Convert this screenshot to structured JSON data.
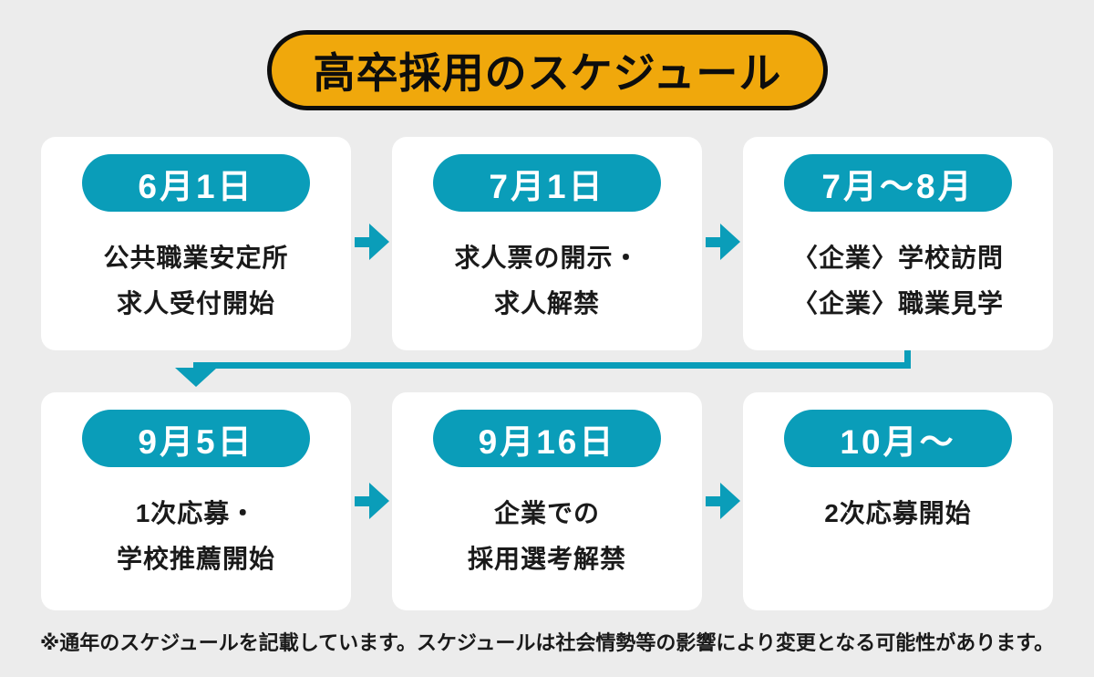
{
  "title": "高卒採用のスケジュール",
  "colors": {
    "background": "#ECECEC",
    "card": "#FFFFFF",
    "accent_teal": "#0A9DB9",
    "accent_orange": "#F0A80C",
    "text": "#1A1A1A"
  },
  "steps": [
    {
      "date": "6月1日",
      "lines": [
        "公共職業安定所",
        "求人受付開始"
      ]
    },
    {
      "date": "7月1日",
      "lines": [
        "求人票の開示・",
        "求人解禁"
      ]
    },
    {
      "date": "7月〜8月",
      "lines": [
        "〈企業〉学校訪問",
        "〈企業〉職業見学"
      ]
    },
    {
      "date": "9月5日",
      "lines": [
        "1次応募・",
        "学校推薦開始"
      ]
    },
    {
      "date": "9月16日",
      "lines": [
        "企業での",
        "採用選考解禁"
      ]
    },
    {
      "date": "10月〜",
      "lines": [
        "2次応募開始"
      ]
    }
  ],
  "footnote": "※通年のスケジュールを記載しています。スケジュールは社会情勢等の影響により変更となる可能性があります。"
}
